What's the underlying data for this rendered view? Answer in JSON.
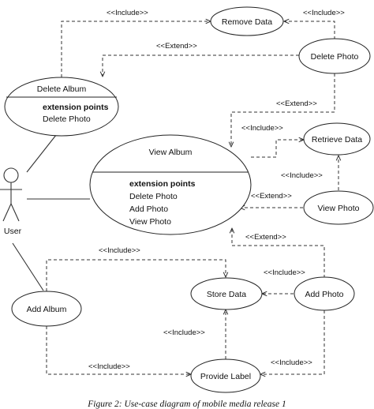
{
  "actor": {
    "label": "User"
  },
  "use_cases": {
    "remove_data": "Remove Data",
    "delete_photo": "Delete Photo",
    "delete_album": {
      "title": "Delete Album",
      "ext_heading": "extension points",
      "ext_points": [
        "Delete Photo"
      ]
    },
    "view_album": {
      "title": "View Album",
      "ext_heading": "extension points",
      "ext_points": [
        "Delete Photo",
        "Add Photo",
        "View Photo"
      ]
    },
    "retrieve_data": "Retrieve Data",
    "view_photo": "View Photo",
    "add_album": "Add Album",
    "store_data": "Store Data",
    "add_photo": "Add Photo",
    "provide_label": "Provide Label"
  },
  "relations": {
    "delete_album_include_remove": "<<Include>>",
    "delete_photo_include_remove": "<<Include>>",
    "delete_photo_extend_delete_album": "<<Extend>>",
    "delete_photo_extend_view_album": "<<Extend>>",
    "view_album_include_retrieve": "<<Include>>",
    "view_photo_include_retrieve": "<<Include>>",
    "view_photo_extend_view_album": "<<Extend>>",
    "add_photo_extend_view_album": "<<Extend>>",
    "add_album_include_store": "<<Include>>",
    "add_photo_include_store": "<<Include>>",
    "provide_label_include_store": "<<Include>>",
    "add_album_include_label": "<<Include>>",
    "add_photo_include_label": "<<Include>>"
  },
  "caption": "Figure 2: Use-case diagram of mobile media release 1"
}
